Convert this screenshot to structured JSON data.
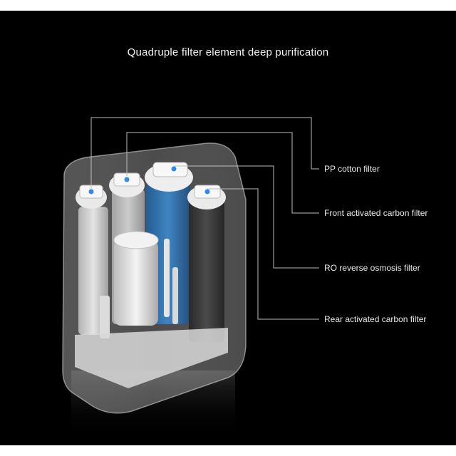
{
  "headline": "Quadruple filter element deep purification",
  "filters": [
    {
      "label": "PP cotton filter"
    },
    {
      "label": "Front activated carbon filter"
    },
    {
      "label": "RO reverse osmosis filter"
    },
    {
      "label": "Rear activated carbon filter"
    }
  ],
  "colors": {
    "background": "#000000",
    "page": "#ffffff",
    "text": "#f2f2f2",
    "leader_line": "#bdbdbd",
    "accent_dot": "#2e8be6"
  }
}
